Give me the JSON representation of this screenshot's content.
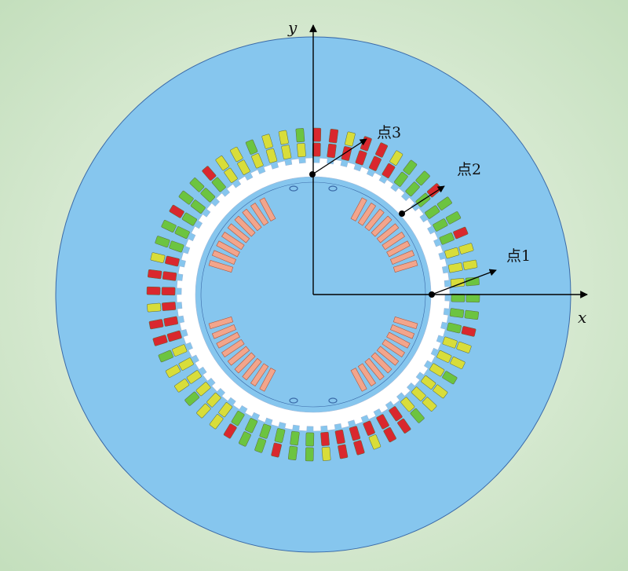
{
  "axes": {
    "x_label": "x",
    "y_label": "y"
  },
  "points": [
    {
      "id": "p1",
      "label": "点1"
    },
    {
      "id": "p2",
      "label": "点2"
    },
    {
      "id": "p3",
      "label": "点3"
    }
  ],
  "model": {
    "stator_slots": 60,
    "rotor_poles": 4,
    "magnets_per_pole": 11,
    "winding_phases": [
      "yellow",
      "green",
      "red"
    ]
  },
  "colors": {
    "background": "#cde5c8",
    "air_region": "#86c6ee",
    "core": "#ffffff",
    "axis": "#000000",
    "phase_yellow": "#d8dd3a",
    "phase_green": "#6cc440",
    "phase_red": "#d9282e",
    "magnet": "#f2a58c",
    "slot_outline": "#3a6aa8"
  }
}
